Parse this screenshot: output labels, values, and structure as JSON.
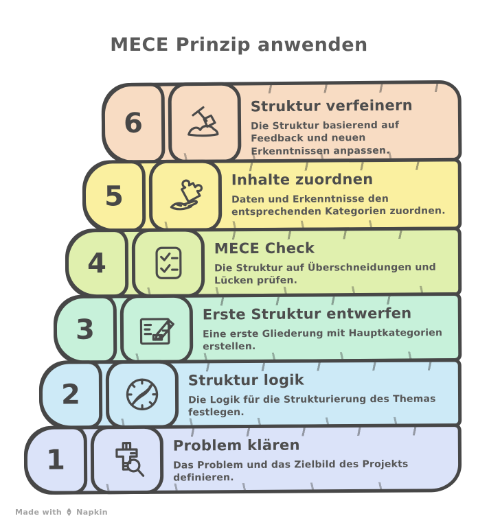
{
  "title": "MECE Prinzip anwenden",
  "steps": [
    {
      "number": "6",
      "title": "Struktur verfeinern",
      "description": "Die Struktur basierend auf Feedback und neuen Erkenntnissen anpassen.",
      "icon": "shovel",
      "color": "#f8dcc3"
    },
    {
      "number": "5",
      "title": "Inhalte zuordnen",
      "description": "Daten und Erkenntnisse den entsprechenden Kategorien zuordnen.",
      "icon": "hand-puzzle",
      "color": "#faf0a0"
    },
    {
      "number": "4",
      "title": "MECE Check",
      "description": "Die Struktur auf Überschneidungen und Lücken prüfen.",
      "icon": "checklist",
      "color": "#e0f0ae"
    },
    {
      "number": "3",
      "title": "Erste Struktur entwerfen",
      "description": "Eine erste Gliederung mit Hauptkategorien erstellen.",
      "icon": "document-pencil",
      "color": "#c7f1da"
    },
    {
      "number": "2",
      "title": "Struktur logik",
      "description": "Die Logik für die Strukturierung des Themas festlegen.",
      "icon": "compass",
      "color": "#cdeaf7"
    },
    {
      "number": "1",
      "title": "Problem klären",
      "description": "Das Problem und das Zielbild des Projekts definieren.",
      "icon": "magnifier-grid",
      "color": "#dbe3f9"
    }
  ],
  "footer": {
    "made_with": "Made with",
    "brand": "Napkin"
  },
  "colors": {
    "outline": "#474747",
    "title": "#5a5a5a",
    "step_text": "#4d4d4d",
    "description_text": "#565656",
    "footer_text": "#a3a3a3",
    "background": "#ffffff"
  }
}
